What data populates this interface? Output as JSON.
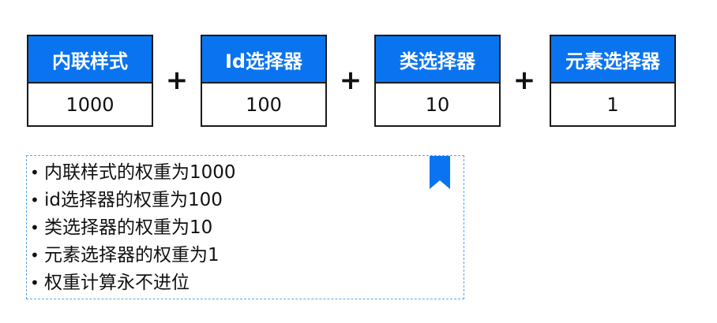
{
  "boxes": [
    {
      "label": "内联样式",
      "value": "1000"
    },
    {
      "label": "Id选择器",
      "value": "100"
    },
    {
      "label": "类选择器",
      "value": "10"
    },
    {
      "label": "元素选择器",
      "value": "1"
    }
  ],
  "operator": "+",
  "bullet": "•",
  "notes": [
    "内联样式的权重为1000",
    "id选择器的权重为100",
    "类选择器的权重为10",
    "元素选择器的权重为1",
    "权重计算永不进位"
  ],
  "colors": {
    "header": "#0a74f0",
    "border": "#1a1a1a",
    "bookmark": "#0a74f0",
    "note_border": "#5aa5e6"
  },
  "icons": {
    "bookmark": "bookmark-icon"
  }
}
